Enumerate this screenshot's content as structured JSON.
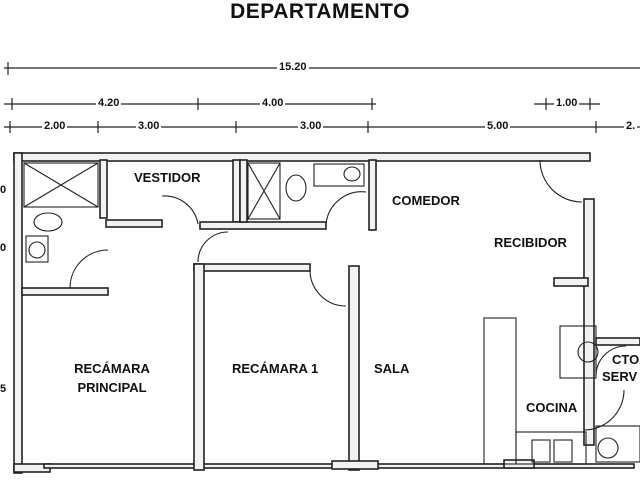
{
  "title": "DEPARTAMENTO",
  "dimensions": {
    "overall": "15.20",
    "d_4_20": "4.20",
    "d_4_00": "4.00",
    "d_1_00": "1.00",
    "d_2_00": "2.00",
    "d_3_00_a": "3.00",
    "d_3_00_b": "3.00",
    "d_5_00": "5.00",
    "d_2_cut": "2.",
    "left_0": "0",
    "left_0b": "0",
    "left_5": "5"
  },
  "rooms": {
    "vestidor": "VESTIDOR",
    "comedor": "COMEDOR",
    "recibidor": "RECIBIDOR",
    "recamara_principal_1": "RECÁMARA",
    "recamara_principal_2": "PRINCIPAL",
    "recamara_1": "RECÁMARA 1",
    "sala": "SALA",
    "cocina": "COCINA",
    "cto_serv_1": "CTO",
    "cto_serv_2": "SERV"
  },
  "colors": {
    "ink": "#222222",
    "wall_fill": "#f2f2f2",
    "paper": "#ffffff"
  }
}
